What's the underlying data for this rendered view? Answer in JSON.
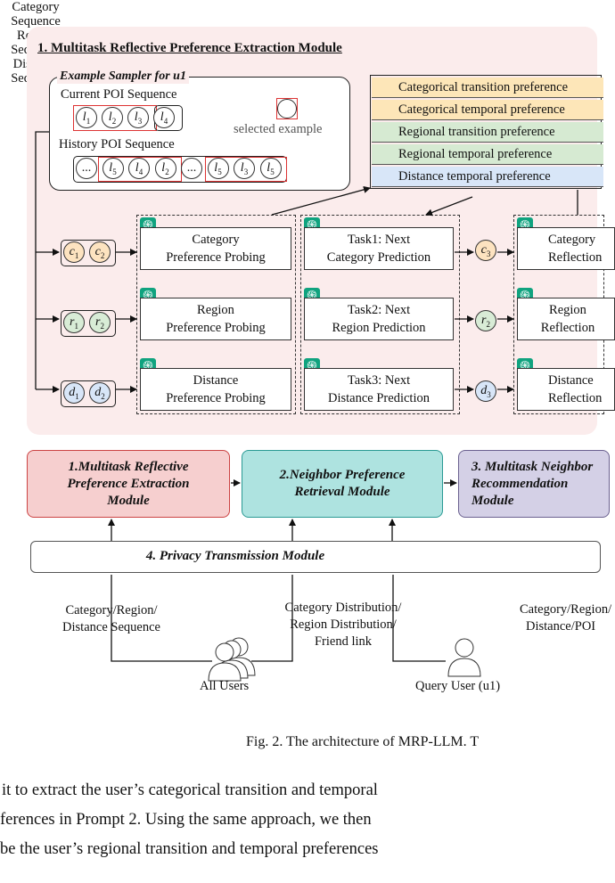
{
  "module1": {
    "title": "1. Multitask Reflective Preference Extraction Module",
    "sampler": {
      "title": "Example Sampler for u1",
      "current_label": "Current POI Sequence",
      "current_seq": [
        "l1",
        "l2",
        "l3",
        "l4"
      ],
      "selected_label": "selected example",
      "history_label": "History POI Sequence",
      "history_seq": [
        "...",
        "l5",
        "l4",
        "l2",
        "...",
        "l5",
        "l3",
        "l5"
      ]
    },
    "preference_strips": [
      {
        "label": "Categorical transition preference",
        "color": "#fde6b8"
      },
      {
        "label": "Categorical temporal preference",
        "color": "#fde6b8"
      },
      {
        "label": "Regional transition preference",
        "color": "#d6ead2"
      },
      {
        "label": "Regional temporal preference",
        "color": "#d6ead2"
      },
      {
        "label": "Distance temporal preference",
        "color": "#d8e6f8"
      }
    ],
    "sequences": [
      {
        "label_line1": "Category",
        "label_line2": "Sequence",
        "items": [
          "c1",
          "c2"
        ],
        "color": "#fde3c0",
        "probe_line1": "Category",
        "probe_line2": "Preference Probing",
        "task_line1": "Task1: Next",
        "task_line2": "Category Prediction",
        "out": "c3",
        "reflect_line1": "Category",
        "reflect_line2": "Reflection"
      },
      {
        "label_line1": "Region",
        "label_line2": "Sequence",
        "items": [
          "r1",
          "r2"
        ],
        "color": "#d8ecd6",
        "probe_line1": "Region",
        "probe_line2": "Preference Probing",
        "task_line1": "Task2: Next",
        "task_line2": "Region Prediction",
        "out": "r2",
        "reflect_line1": "Region Reflection",
        "reflect_line2": ""
      },
      {
        "label_line1": "Distance",
        "label_line2": "Sequence",
        "items": [
          "d1",
          "d2"
        ],
        "color": "#d8e6f8",
        "probe_line1": "Distance",
        "probe_line2": "Preference Probing",
        "task_line1": "Task3: Next",
        "task_line2": "Distance Prediction",
        "out": "d3",
        "reflect_line1": "Distance",
        "reflect_line2": "Reflection"
      }
    ]
  },
  "modules": [
    {
      "label_line1": "1.Multitask Reflective",
      "label_line2": "Preference Extraction",
      "label_line3": "Module",
      "color": "#f6cfcf",
      "border": "#c44"
    },
    {
      "label_line1": "2.Neighbor Preference",
      "label_line2": "Retrieval Module",
      "label_line3": "",
      "color": "#aee3e0",
      "border": "#2a9a94"
    },
    {
      "label_line1": "3. Multitask Neighbor",
      "label_line2": "Recommendation",
      "label_line3": "Module",
      "color": "#d4d0e6",
      "border": "#6b6190"
    }
  ],
  "privacy": {
    "label": "4. Privacy Transmission Module",
    "color": "#b8c8d8"
  },
  "flows": {
    "left_line1": "Category/Region/",
    "left_line2": "Distance Sequence",
    "mid_line1": "Category Distribution/",
    "mid_line2": "Region Distribution/",
    "mid_line3": "Friend link",
    "right_line1": "Category/Region/",
    "right_line2": "Distance/POI"
  },
  "users": {
    "all": "All Users",
    "query": "Query User (u1)"
  },
  "caption": "Fig. 2.  The architecture of MRP-LLM. T",
  "body_text": [
    "it to extract the user’s categorical transition and temporal",
    "ferences in Prompt 2. Using the same approach, we then",
    "be the user’s regional transition and temporal preferences"
  ]
}
